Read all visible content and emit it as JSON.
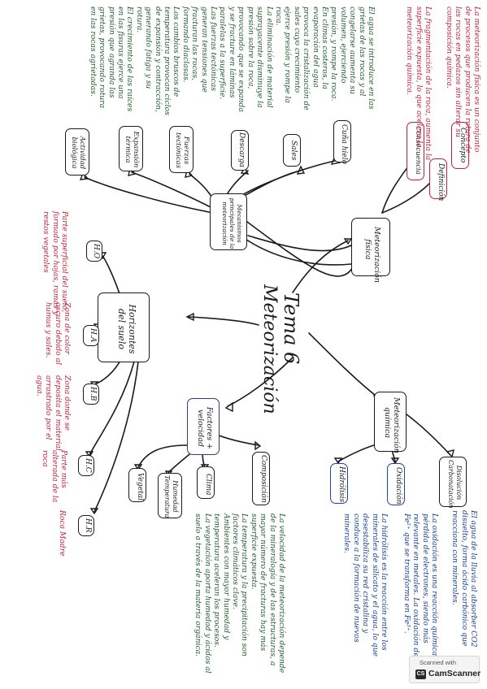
{
  "title": {
    "tema": "Tema 6",
    "meteorizacion": "Meteorización"
  },
  "fisica": {
    "node": "Meteorización física",
    "concepto": "Concepto",
    "definicion": "Definición",
    "consecuencia": "Consecuencia",
    "definicion_text": "La meteorización física es un conjunto de procesos que producen la rotura de las rocas en pedazos sin alterar su composición química.",
    "consecuencia_text": "La fragmentación de la roca, aumenta la superficie expuesta, lo que acelera la meteorización química.",
    "mecanismos": "Mecanismos principales de la meteorización",
    "cuna_hielo": "Cuña hielo",
    "sales": "Sales",
    "descarga": "Descarga",
    "fuerzas": "Fuerzas tectónicas",
    "expansion": "Expansión térmica",
    "actividad": "Actividad biológica",
    "mecanismos_text": "El agua se introduce en las grietas de las rocas y al congelarse aumenta su volumen, ejerciendo presión, y rompe la roca.\nEn climas costeros, la evaporación del agua provoca la cristalización de sales cuyo crecimiento ejerce presión y rompe la roca.\nLa eliminación de material suprayacente disminuye la presión sobre la roca, provocando que se expanda y se fracture en láminas paralelas a la superficie.\nLas fuerzas tectónicas generan tensiones que fracturan las rocas, formando diaclasas.\nLos cambios bruscos de temperatura provocan ciclos de expansión y contracción, generando fatiga y su rotura.\nEl crecimiento de las raíces en las fisuras ejerce una presión que agranda las grietas, provocando rotura en las rocas agrietadas."
  },
  "suelo": {
    "node": "Horizontes del suelo",
    "horizons": [
      "H.O",
      "H.A",
      "H.B",
      "H.C",
      "H.R"
    ],
    "ho_text": "Parte superficial del suelo, formado por hojas, ramas y restos vegetales",
    "ha_text": "Zona de color oscuro debido al humus y sales.",
    "hb_text": "Zona donde se deposita el material arrastrado por el agua.",
    "hc_text": "Parte más alterada de la roca",
    "hr_text": "Roca Madre"
  },
  "factores": {
    "node": "Factores + velocidad",
    "composicion": "Composición",
    "clima": "Clima",
    "humedad": "Humedad Temperatura",
    "vegetal": "Vegetal",
    "text": "La velocidad de la meteorización depende de la mineralogía y de las estructuras, a mayor número de fracturas hay más superficie expuesta.\nLa temperatura y la precipitación son factores climáticos clave.\nAmbientes con mayor humedad y temperatura aceleran los procesos.\nLa vegetación aporta humedad y ácidos al suelo a través de la materia orgánica."
  },
  "quimica": {
    "node": "Meteorización química",
    "disolucion": "Disolución Carbonatación",
    "oxidacion": "Oxidación",
    "hidrolisis": "Hidrólisis",
    "disolucion_text": "El agua de la lluvia al absorber CO2 disuelto, forma ácido carbónico que reacciona con minerales.",
    "oxidacion_text": "La oxidación es una reacción química de pérdida de electrones, siendo más relevante en metales. La oxidación del Fe²⁺ que se transforma en Fe³⁺.",
    "hidrolisis_text": "La hidrólisis es la reacción entre los minerales de silicato y el agua, lo que desestabiliza su red cristalina y conduce a la formación de nuevos minerales."
  },
  "badge": {
    "line1": "Scanned with",
    "line2": "CamScanner",
    "logo": "CS"
  }
}
